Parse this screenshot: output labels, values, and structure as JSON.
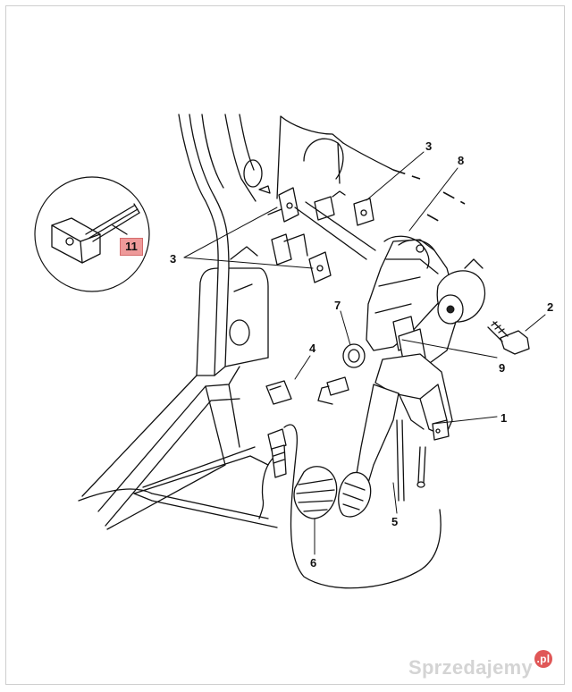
{
  "callouts": {
    "c1": "1",
    "c2": "2",
    "c3_top": "3",
    "c3_left": "3",
    "c4": "4",
    "c5": "5",
    "c6": "6",
    "c7": "7",
    "c8": "8",
    "c9": "9",
    "c11": "11"
  },
  "watermark": {
    "text": "Sprzedajemy",
    "badge": ".pl"
  },
  "colors": {
    "line": "#111111",
    "highlight_badge": "#ee9a9a",
    "watermark_text": "#d4d4d4",
    "watermark_icon": "#e05757"
  }
}
